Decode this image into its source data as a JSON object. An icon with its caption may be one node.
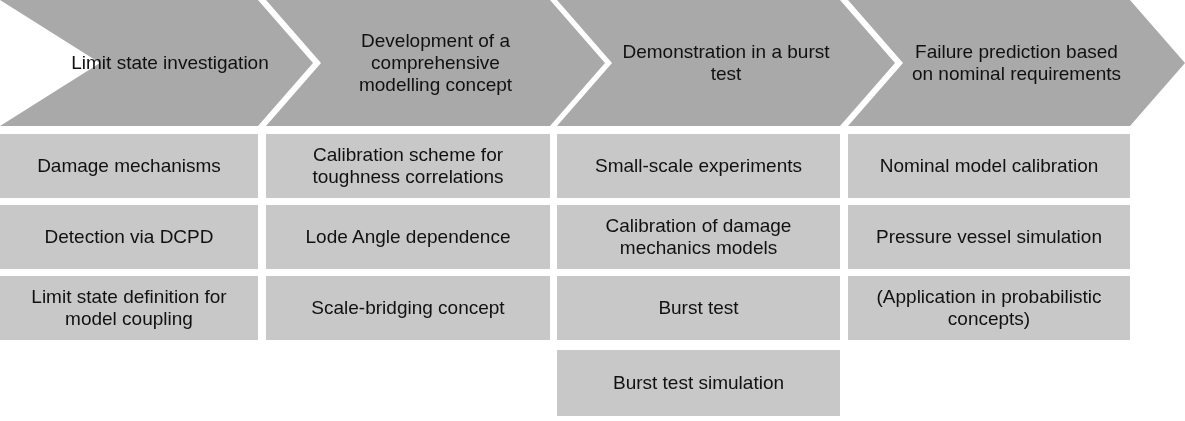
{
  "diagram": {
    "nodes": [
      {
        "text": [
          "Limit state investigation"
        ]
      },
      {
        "text": [
          "Development of a comprehensive modelling concept"
        ]
      },
      {
        "text": [
          "Demonstration in a burst test"
        ]
      },
      {
        "text": [
          "Failure prediction based on nominal requirements"
        ]
      },
      {
        "text": [
          "Damage mechanisms"
        ]
      },
      {
        "text": [
          "Calibration scheme for toughness correlations"
        ]
      },
      {
        "text": [
          "Small-scale experiments"
        ]
      },
      {
        "text": [
          "Nominal model calibration"
        ]
      },
      {
        "text": [
          "Detection via DCPD"
        ]
      },
      {
        "text": [
          "Lode Angle dependence"
        ]
      },
      {
        "text": [
          "Calibration of damage mechanics models"
        ]
      },
      {
        "text": [
          "Pressure vessel simulation"
        ]
      },
      {
        "text": [
          "Limit state definition for model coupling"
        ]
      },
      {
        "text": [
          "Scale-bridging concept"
        ]
      },
      {
        "text": [
          "Burst test"
        ]
      },
      {
        "text": [
          "(Application in probabilistic concepts)"
        ]
      },
      {
        "text": [
          "Burst test simulation"
        ]
      }
    ]
  }
}
